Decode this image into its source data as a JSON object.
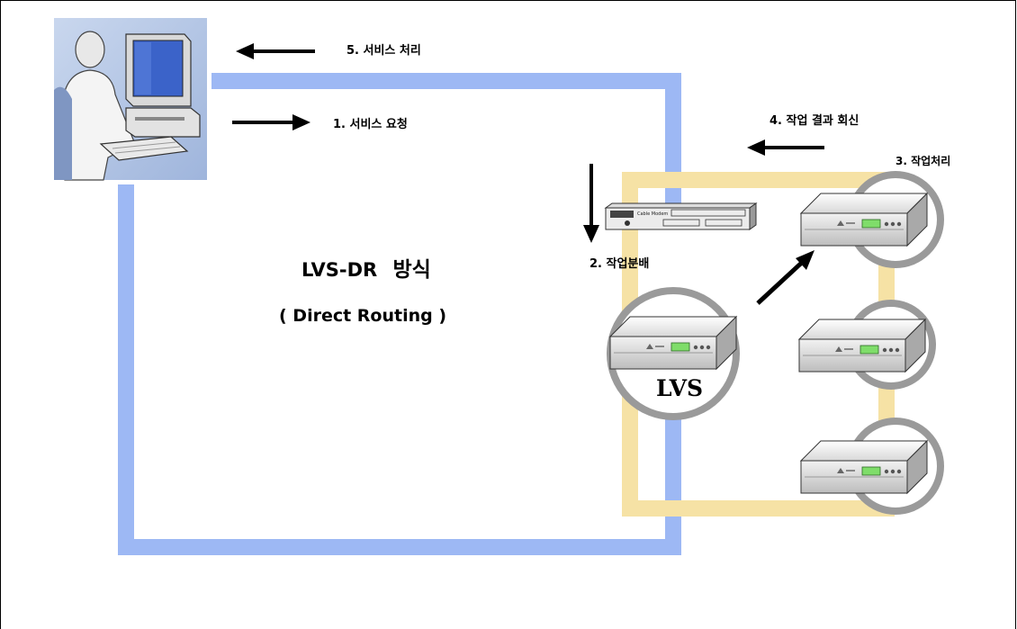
{
  "title": {
    "main_latin": "LVS-DR",
    "main_korean": "방식",
    "subtitle": "( Direct Routing )"
  },
  "steps": {
    "s1": "1. 서비스 요청",
    "s2": "2. 작업분배",
    "s3": "3. 작업처리",
    "s4": "4. 작업 결과 회신",
    "s5": "5. 서비스 처리"
  },
  "nodes": {
    "lvs_label": "LVS",
    "switch_caption": "Cable Modem"
  },
  "icons": {
    "client": "person-at-computer-icon",
    "switch": "network-switch-icon",
    "server": "rack-server-icon"
  },
  "colors": {
    "path_blue": "#9db8f4",
    "path_yellow": "#f6e2a5",
    "ring_gray": "#9a9a9a",
    "arrow": "#000000"
  }
}
